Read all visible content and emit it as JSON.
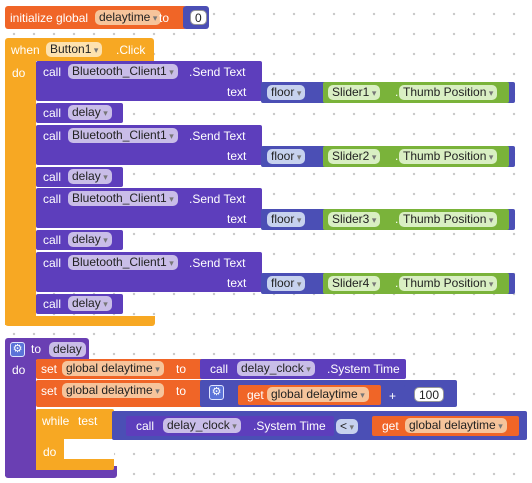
{
  "init": {
    "keyword": "initialize global",
    "var": "delaytime",
    "to": "to",
    "value": "0"
  },
  "event": {
    "when": "when",
    "component": "Button1",
    "event": ".Click",
    "do": "do"
  },
  "send_rows": [
    {
      "call": "call",
      "component": "Bluetooth_Client1",
      "method": ".Send Text",
      "param": "text",
      "floor": "floor",
      "slider": "Slider1",
      "prop": "Thumb Position",
      "delay_call": "call",
      "delay": "delay"
    },
    {
      "call": "call",
      "component": "Bluetooth_Client1",
      "method": ".Send Text",
      "param": "text",
      "floor": "floor",
      "slider": "Slider2",
      "prop": "Thumb Position",
      "delay_call": "call",
      "delay": "delay"
    },
    {
      "call": "call",
      "component": "Bluetooth_Client1",
      "method": ".Send Text",
      "param": "text",
      "floor": "floor",
      "slider": "Slider3",
      "prop": "Thumb Position",
      "delay_call": "call",
      "delay": "delay"
    },
    {
      "call": "call",
      "component": "Bluetooth_Client1",
      "method": ".Send Text",
      "param": "text",
      "floor": "floor",
      "slider": "Slider4",
      "prop": "Thumb Position",
      "delay_call": "call",
      "delay": "delay"
    }
  ],
  "proc": {
    "to": "to",
    "name": "delay",
    "do": "do",
    "set1": {
      "set": "set",
      "var": "global delaytime",
      "to": "to",
      "call": "call",
      "clock": "delay_clock",
      "method": ".System Time"
    },
    "set2": {
      "set": "set",
      "var": "global delaytime",
      "to": "to",
      "get": "get",
      "getvar": "global delaytime",
      "op": "+",
      "num": "100"
    },
    "while": {
      "kw": "while",
      "test": "test",
      "call": "call",
      "clock": "delay_clock",
      "method": ".System Time",
      "op": "<",
      "get": "get",
      "getvar": "global delaytime",
      "do": "do"
    }
  },
  "colors": {
    "variables": "#f06527",
    "control": "#f7a823",
    "component": "#5d3ebc",
    "math": "#4b4fb5",
    "slider": "#7ab33a",
    "procedure": "#6a3fb3"
  }
}
